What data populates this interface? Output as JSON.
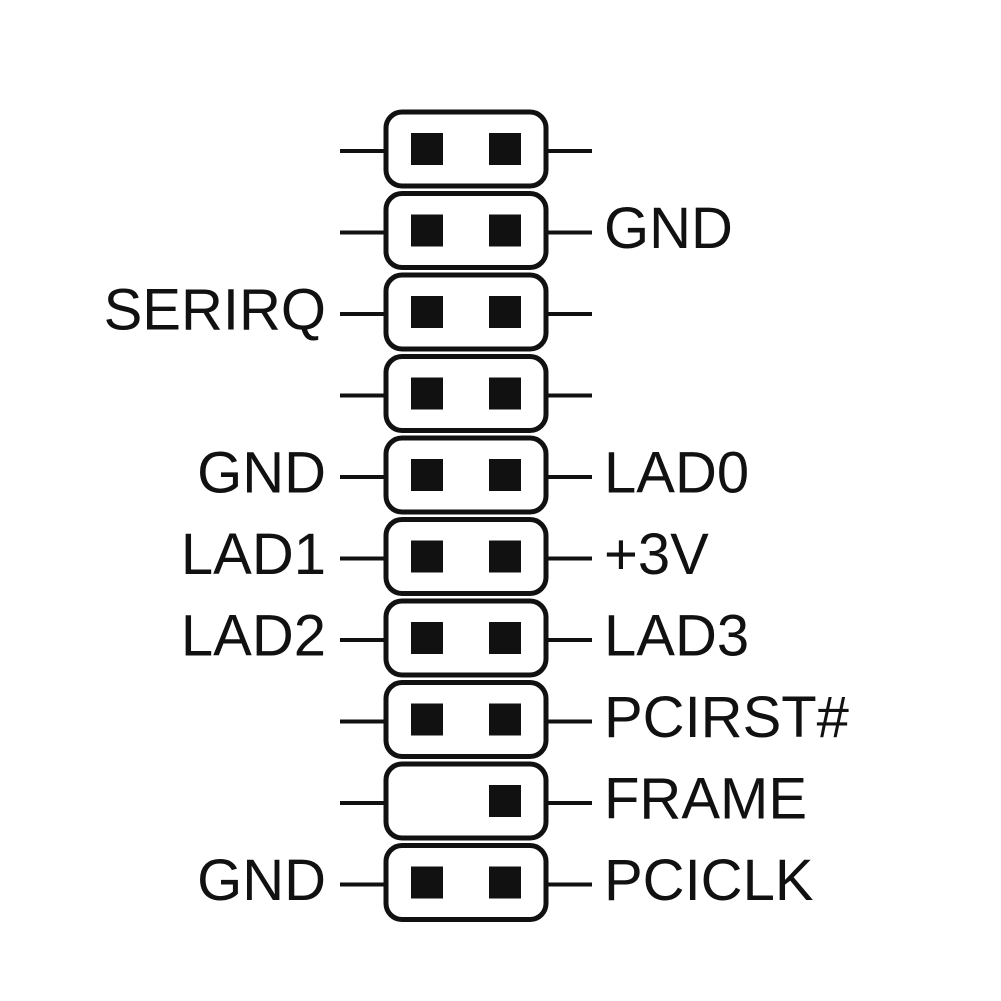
{
  "header": {
    "rows": [
      {
        "left": "",
        "right": "",
        "pins": [
          true,
          true
        ]
      },
      {
        "left": "",
        "right": "GND",
        "pins": [
          true,
          true
        ]
      },
      {
        "left": "SERIRQ",
        "right": "",
        "pins": [
          true,
          true
        ]
      },
      {
        "left": "",
        "right": "",
        "pins": [
          true,
          true
        ]
      },
      {
        "left": "GND",
        "right": "LAD0",
        "pins": [
          true,
          true
        ]
      },
      {
        "left": "LAD1",
        "right": "+3V",
        "pins": [
          true,
          true
        ]
      },
      {
        "left": "LAD2",
        "right": "LAD3",
        "pins": [
          true,
          true
        ]
      },
      {
        "left": "",
        "right": "PCIRST#",
        "pins": [
          true,
          true
        ]
      },
      {
        "left": "",
        "right": "FRAME",
        "pins": [
          false,
          true
        ]
      },
      {
        "left": "GND",
        "right": "PCICLK",
        "pins": [
          true,
          true
        ]
      }
    ]
  },
  "colors": {
    "ink": "#111111",
    "paper": "#ffffff"
  }
}
